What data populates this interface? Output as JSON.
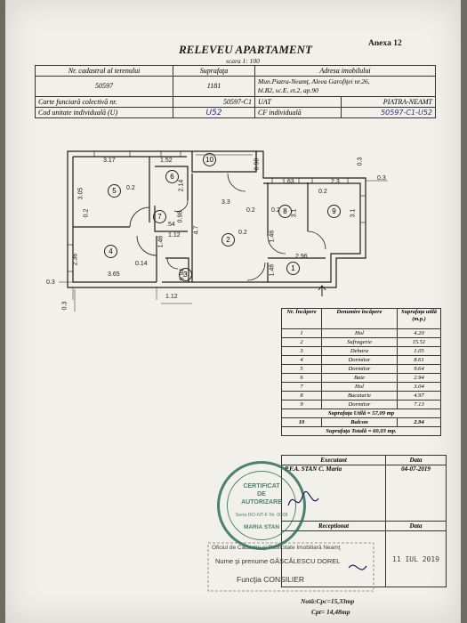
{
  "header": {
    "title": "RELEVEU APARTAMENT",
    "annex": "Anexa 12",
    "scale": "scara 1: 100"
  },
  "cadastre": {
    "label_cadastral": "Nr. cadastral al terenului",
    "label_surface": "Suprafaţa",
    "label_address": "Adresa imobilului",
    "cadastral_no": "50597",
    "surface": "1181",
    "address_line1": "Mun.Piatra-Neamţ, Aleea Garofiţei nr.26,",
    "address_line2": "bl.B2, sc.E, et.2, ap.90",
    "label_cf_collective": "Carte funciară colectivă nr.",
    "cf_collective": "50597-C1",
    "label_uat": "UAT",
    "uat": "PIATRA-NEAMT",
    "label_unit_code": "Cod unitate individuală (U)",
    "unit_code": "U52",
    "label_cf_individual": "CF individuală",
    "cf_individual": "50597-C1-U52"
  },
  "plan": {
    "rooms": [
      "1",
      "2",
      "3",
      "4",
      "5",
      "6",
      "7",
      "8",
      "9",
      "10"
    ],
    "dims": {
      "d1": "3.17",
      "d2": "1.52",
      "d3": "0.98",
      "d4": "0.3",
      "d5": "1.63",
      "d6": "2.3",
      "d7": "0.3",
      "d8": "3.05",
      "d9": "0.2",
      "d10": "2.14",
      "d11": "3.3",
      "d12": "0.2",
      "d13": "3.1",
      "d14": "3.1",
      "d15": "0.2",
      "d16": "0.98",
      "d17": ".54",
      "d18": "4.7",
      "d19": "1.12",
      "d20": "2.96",
      "d21": "1.46",
      "d22": "2.36",
      "d23": "1.46",
      "d24": "0.14",
      "d25": "0.94",
      "d26": "1.46",
      "d27": "3.65",
      "d28": "0.3",
      "d29": "1.12",
      "d30": "0.3",
      "d31": "0.2",
      "d32": "0.2",
      "d33": "0.2"
    }
  },
  "rooms_table": {
    "col_no": "Nr. Încăpere",
    "col_name": "Denumire încăpere",
    "col_area": "Suprafaţa utilă (m.p.)",
    "rows": [
      {
        "no": "1",
        "name": "Hol",
        "area": "4.20"
      },
      {
        "no": "2",
        "name": "Sufragerie",
        "area": "15.51"
      },
      {
        "no": "3",
        "name": "Debara",
        "area": "1.05"
      },
      {
        "no": "4",
        "name": "Dormitor",
        "area": "8.61"
      },
      {
        "no": "5",
        "name": "Dormitor",
        "area": "9.64"
      },
      {
        "no": "6",
        "name": "Baie",
        "area": "2.94"
      },
      {
        "no": "7",
        "name": "Hol",
        "area": "3.04"
      },
      {
        "no": "8",
        "name": "Bucatarie",
        "area": "4.97"
      },
      {
        "no": "9",
        "name": "Dormitor",
        "area": "7.13"
      }
    ],
    "useful_total": "Suprafaţa Utilă = 57,09 mp",
    "balcony": {
      "no": "10",
      "name": "Balcon",
      "area": "2.94"
    },
    "total": "Suprafaţa Totală = 60,03 mp."
  },
  "signatures": {
    "label_executant": "Executant",
    "label_date": "Data",
    "executant": "P.F.A. STAN C. Maria",
    "executant_date": "04-07-2019",
    "label_receptionist": "Receptionat",
    "label_date2": "Data",
    "reception_date": "11 IUL 2019",
    "office": "Oficiul de Cadastru şi Publicitate Imobiliară Neamţ",
    "name_line": "Nume şi prenume GĂSCĂLESCU DOREL",
    "function_line": "Funcţia CONSILIER"
  },
  "stamp": {
    "l1": "CERTIFICAT",
    "l2": "DE",
    "l3": "AUTORIZARE",
    "l4": "Seria RO-NT-F Nr. 0008",
    "l5": "MARIA STAN",
    "color": "#2d6e5e"
  },
  "notes": {
    "cpc": "Notă:Cpc=15,33mp",
    "cpt": "Cpt= 14,48mp"
  }
}
